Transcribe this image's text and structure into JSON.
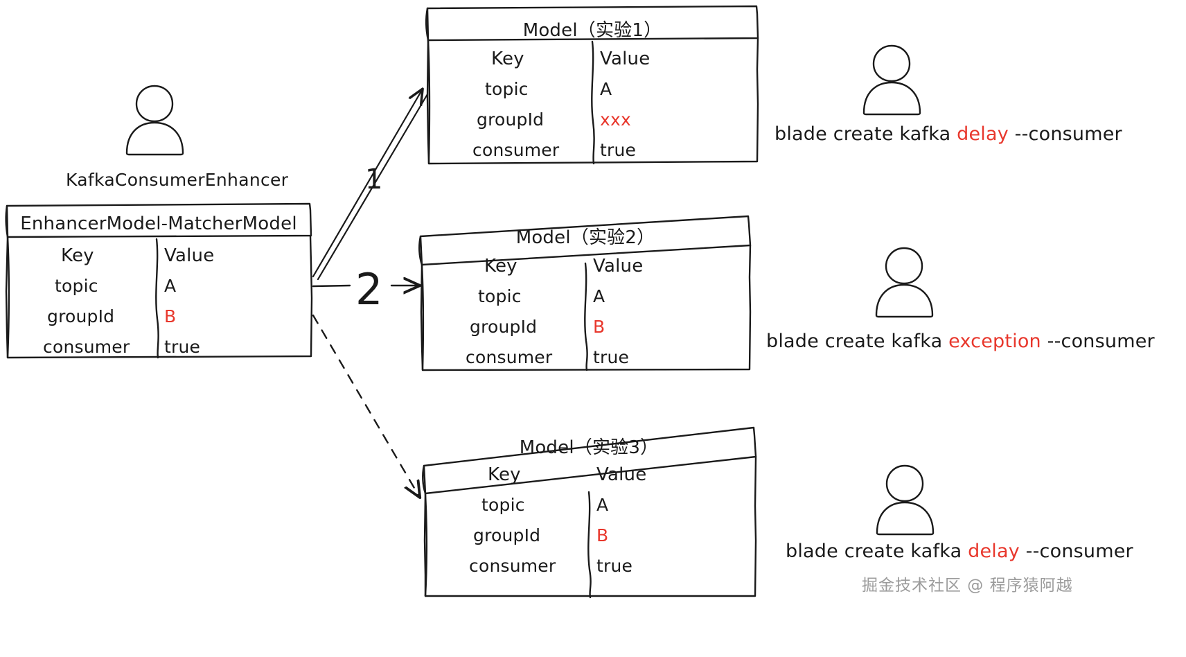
{
  "meta": {
    "background": "#ffffff",
    "ink": "#1a1a1a",
    "accent_red": "#e8372c",
    "watermark_color": "#9b9b9b"
  },
  "actor": {
    "label": "KafkaConsumerEnhancer",
    "icon": "person-icon"
  },
  "source_table": {
    "title": "EnhancerModel-MatcherModel",
    "columns": [
      "Key",
      "Value"
    ],
    "rows": [
      {
        "key": "topic",
        "value": "A",
        "value_red": false
      },
      {
        "key": "groupId",
        "value": "B",
        "value_red": true
      },
      {
        "key": "consumer",
        "value": "true",
        "value_red": false
      }
    ]
  },
  "steps": [
    {
      "label": "1"
    },
    {
      "label": "2"
    }
  ],
  "models": [
    {
      "title": "Model（实验1）",
      "columns": [
        "Key",
        "Value"
      ],
      "rows": [
        {
          "key": "topic",
          "value": "A",
          "value_red": false
        },
        {
          "key": "groupId",
          "value": "xxx",
          "value_red": true
        },
        {
          "key": "consumer",
          "value": "true",
          "value_red": false
        }
      ]
    },
    {
      "title": "Model（实验2）",
      "columns": [
        "Key",
        "Value"
      ],
      "rows": [
        {
          "key": "topic",
          "value": "A",
          "value_red": false
        },
        {
          "key": "groupId",
          "value": "B",
          "value_red": true
        },
        {
          "key": "consumer",
          "value": "true",
          "value_red": false
        }
      ]
    },
    {
      "title": "Model（实验3）",
      "columns": [
        "Key",
        "Value"
      ],
      "rows": [
        {
          "key": "topic",
          "value": "A",
          "value_red": false
        },
        {
          "key": "groupId",
          "value": "B",
          "value_red": true
        },
        {
          "key": "consumer",
          "value": "true",
          "value_red": false
        }
      ]
    }
  ],
  "commands": [
    {
      "prefix": "blade create kafka ",
      "keyword": "delay",
      "suffix": " --consumer",
      "icon": "person-icon"
    },
    {
      "prefix": "blade create kafka ",
      "keyword": "exception",
      "suffix": " --consumer",
      "icon": "person-icon"
    },
    {
      "prefix": "blade create kafka ",
      "keyword": "delay",
      "suffix": " --consumer",
      "icon": "person-icon"
    }
  ],
  "watermark": {
    "text": "掘金技术社区 @ 程序猿阿越"
  }
}
